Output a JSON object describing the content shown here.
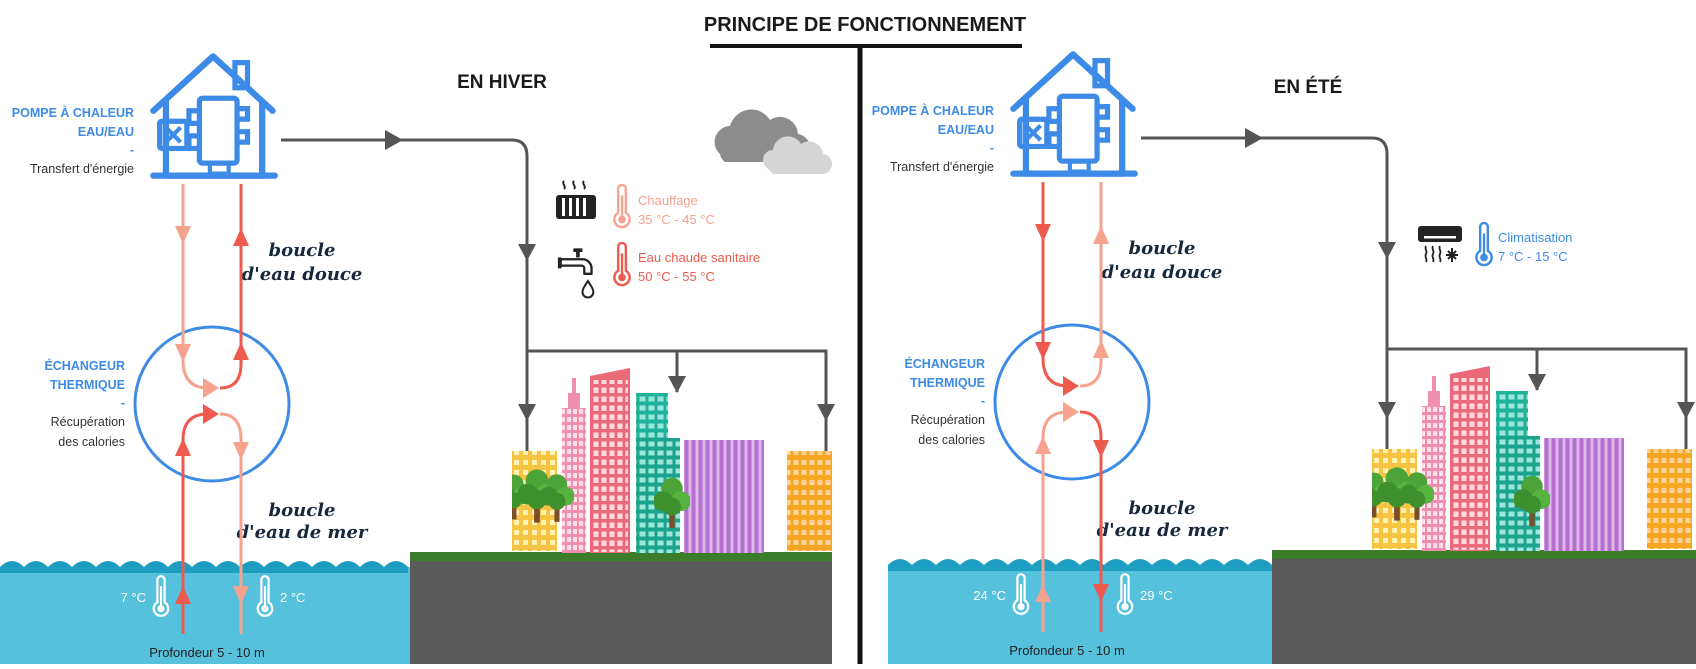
{
  "title": "PRINCIPE DE FONCTIONNEMENT",
  "colors": {
    "blue": "#3d8be6",
    "hot_red": "#ee5a4e",
    "cool_pink": "#f5a28f",
    "pipe_grey": "#555555",
    "sea": "#56c1dc",
    "wave": "#1d9ec0",
    "ground": "#5a5a5a",
    "grass": "#3b7d2a"
  },
  "winter": {
    "season_label": "EN HIVER",
    "heat_pump": {
      "line1": "POMPE À CHALEUR",
      "line2": "EAU/EAU",
      "dash": "-",
      "desc": "Transfert d'énergie"
    },
    "exchanger": {
      "line1": "ÉCHANGEUR",
      "line2": "THERMIQUE",
      "dash": "-",
      "desc1": "Récupération",
      "desc2": "des calories"
    },
    "loop_fresh": {
      "line1": "boucle",
      "line2": "d'eau douce"
    },
    "loop_sea": {
      "line1": "boucle",
      "line2": "d'eau de mer"
    },
    "temp_in": "7 °C",
    "temp_out": "2 °C",
    "depth": "Profondeur 5 - 10 m",
    "uses": [
      {
        "label": "Chauffage",
        "range": "35 °C - 45 °C",
        "icon": "radiator-icon"
      },
      {
        "label": "Eau chaude sanitaire",
        "range": "50 °C - 55 °C",
        "icon": "faucet-icon"
      }
    ]
  },
  "summer": {
    "season_label": "EN ÉTÉ",
    "heat_pump": {
      "line1": "POMPE À CHALEUR",
      "line2": "EAU/EAU",
      "dash": "-",
      "desc": "Transfert d'énergie"
    },
    "exchanger": {
      "line1": "ÉCHANGEUR",
      "line2": "THERMIQUE",
      "dash": "-",
      "desc1": "Récupération",
      "desc2": "des calories"
    },
    "loop_fresh": {
      "line1": "boucle",
      "line2": "d'eau douce"
    },
    "loop_sea": {
      "line1": "boucle",
      "line2": "d'eau de mer"
    },
    "temp_in": "24 °C",
    "temp_out": "29 °C",
    "depth": "Profondeur 5 - 10 m",
    "uses": [
      {
        "label": "Climatisation",
        "range": "7 °C - 15 °C",
        "icon": "air-conditioner-icon"
      }
    ]
  },
  "icons": [
    "house-icon",
    "cloud-icon",
    "thermometer-icon",
    "radiator-icon",
    "faucet-icon",
    "air-conditioner-icon",
    "tree-icon",
    "building-icon"
  ]
}
